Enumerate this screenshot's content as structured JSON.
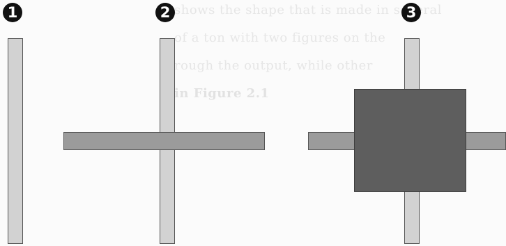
{
  "markers": {
    "step1": "1",
    "step2": "2",
    "step3": "3"
  },
  "background_text": {
    "line1": "shows the shape that is made in several ",
    "line2": "of a ton with two figures on the ",
    "line3": "rough the output, while other ",
    "line4": "in Figure 2.1"
  },
  "colors": {
    "vertical_bar": "#d2d2d2",
    "horizontal_bar": "#9b9b9b",
    "square": "#5e5e5e",
    "marker": "#111111"
  }
}
